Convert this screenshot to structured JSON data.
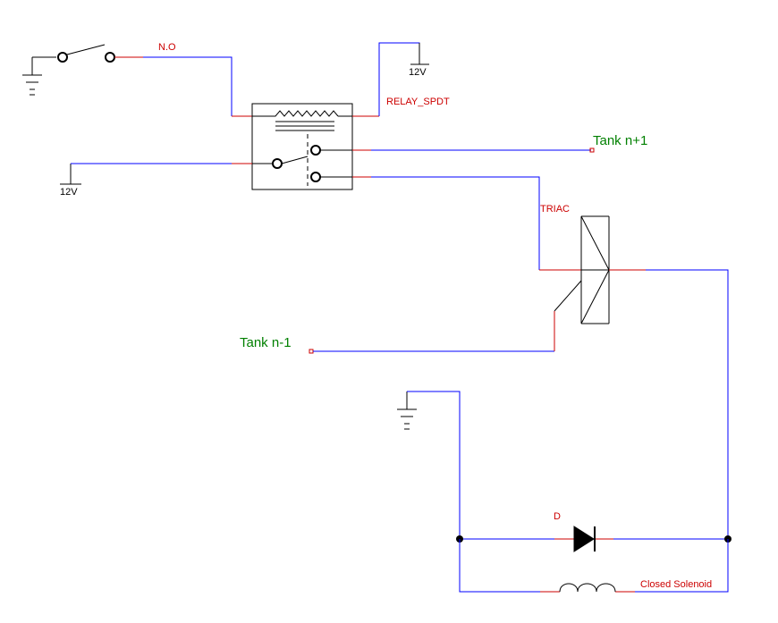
{
  "labels": {
    "switch": "N.O",
    "relay": "RELAY_SPDT",
    "supply_top": "12V",
    "supply_left": "12V",
    "tank_next": "Tank n+1",
    "tank_prev": "Tank n-1",
    "triac": "TRIAC",
    "diode": "D",
    "solenoid": "Closed Solenoid"
  },
  "colors": {
    "wire": "#0000ff",
    "pin": "#cc0000",
    "component": "#000000",
    "net_label": "#008000",
    "ref_label": "#cc0000"
  }
}
